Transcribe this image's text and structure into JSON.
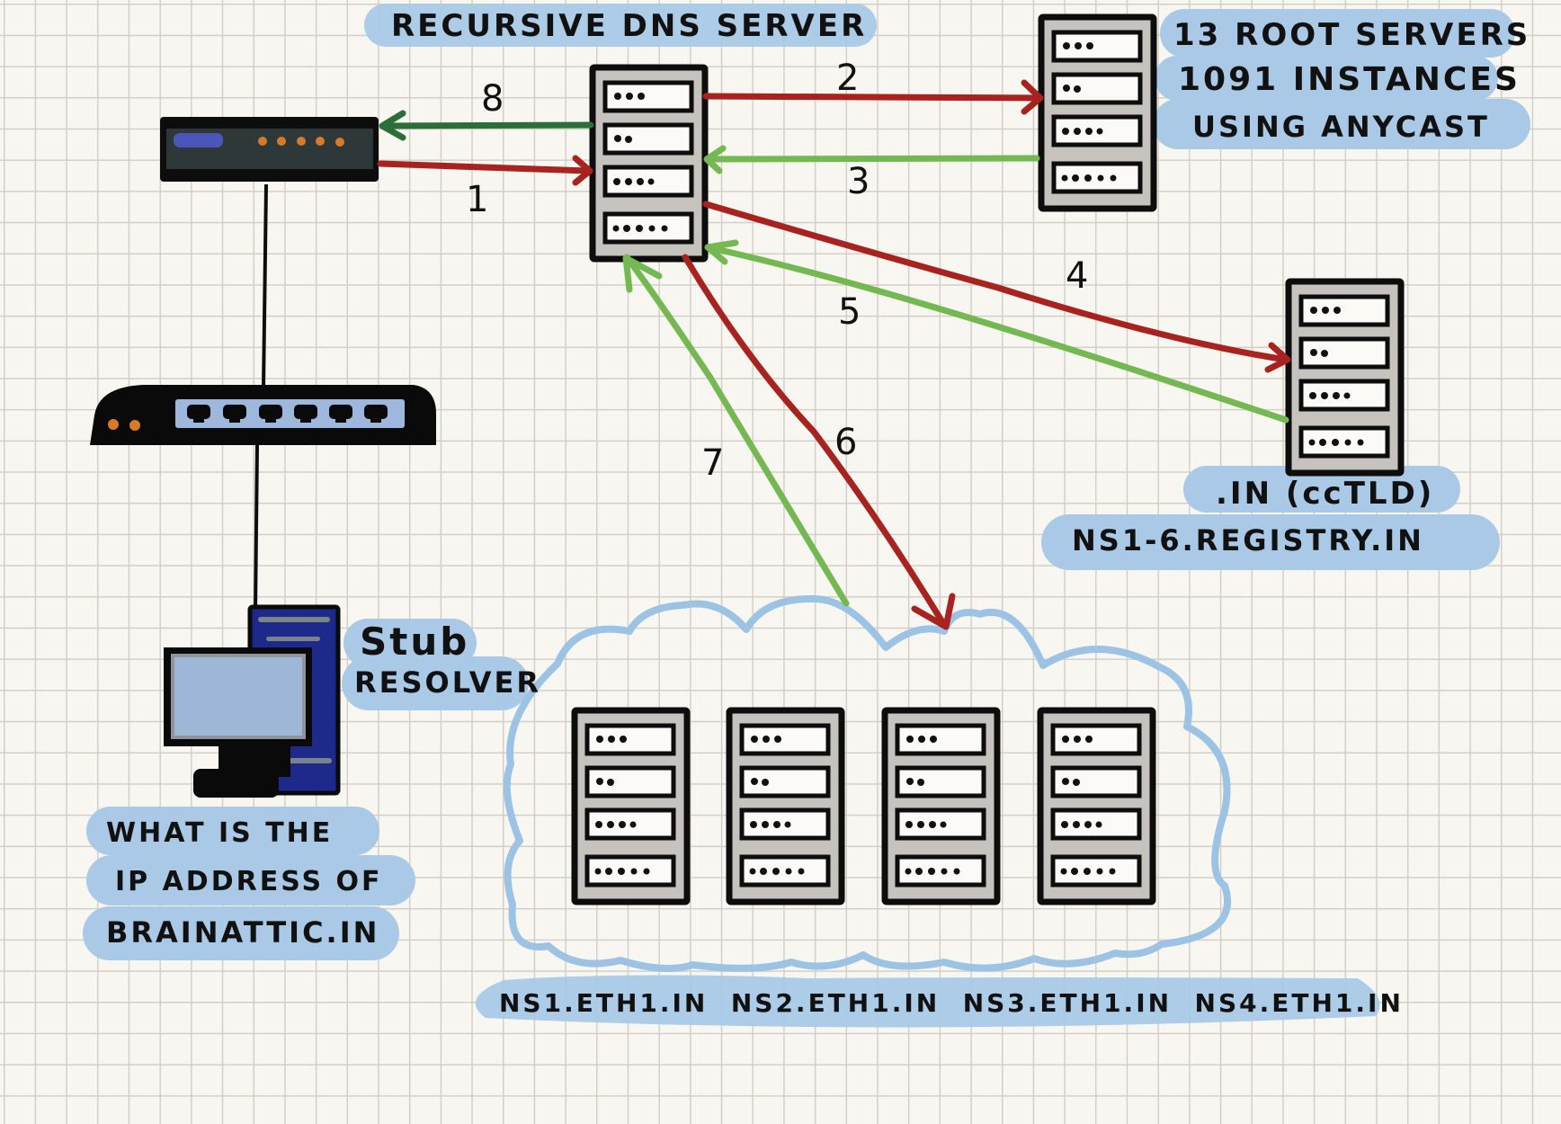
{
  "title": "Recursive DNS Resolution Diagram",
  "colors": {
    "query_arrow": "#a8231f",
    "response_arrow": "#74b852",
    "final_response_arrow": "#2c6e3a",
    "highlight": "#a9c9e6",
    "cloud_outline": "#9cc3e4",
    "rack_fill": "#c6c3be",
    "device_dark": "#2d3535",
    "computer_blue": "#1d2a8a",
    "led_orange": "#d97a2b"
  },
  "labels": {
    "recursive_server": "RECURSIVE DNS SERVER",
    "root_line1": "13 ROOT SERVERS",
    "root_line2": "1091 INSTANCES",
    "root_line3": "USING ANYCAST",
    "tld_line1": ".IN (ccTLD)",
    "tld_line2": "NS1-6.REGISTRY.IN",
    "stub_line1": "Stub",
    "stub_line2": "RESOLVER",
    "question_line1": "WHAT IS THE",
    "question_line2": "IP ADDRESS OF",
    "question_line3": "BRAINATTIC.IN",
    "authoritative_servers": "NS1.ETH1.IN  NS2.ETH1.IN  NS3.ETH1.IN  NS4.ETH1.IN"
  },
  "steps": [
    {
      "id": "1",
      "label": "1",
      "from": "router",
      "to": "recursive-server",
      "kind": "query"
    },
    {
      "id": "2",
      "label": "2",
      "from": "recursive-server",
      "to": "root-server",
      "kind": "query"
    },
    {
      "id": "3",
      "label": "3",
      "from": "root-server",
      "to": "recursive-server",
      "kind": "response"
    },
    {
      "id": "4",
      "label": "4",
      "from": "recursive-server",
      "to": "tld-server",
      "kind": "query"
    },
    {
      "id": "5",
      "label": "5",
      "from": "tld-server",
      "to": "recursive-server",
      "kind": "response"
    },
    {
      "id": "6",
      "label": "6",
      "from": "recursive-server",
      "to": "authoritative-cloud",
      "kind": "query"
    },
    {
      "id": "7",
      "label": "7",
      "from": "authoritative-cloud",
      "to": "recursive-server",
      "kind": "response"
    },
    {
      "id": "8",
      "label": "8",
      "from": "recursive-server",
      "to": "router",
      "kind": "final-response"
    }
  ],
  "rack_slot_dots": [
    3,
    2,
    4,
    5
  ],
  "authoritative_server_count": 4
}
